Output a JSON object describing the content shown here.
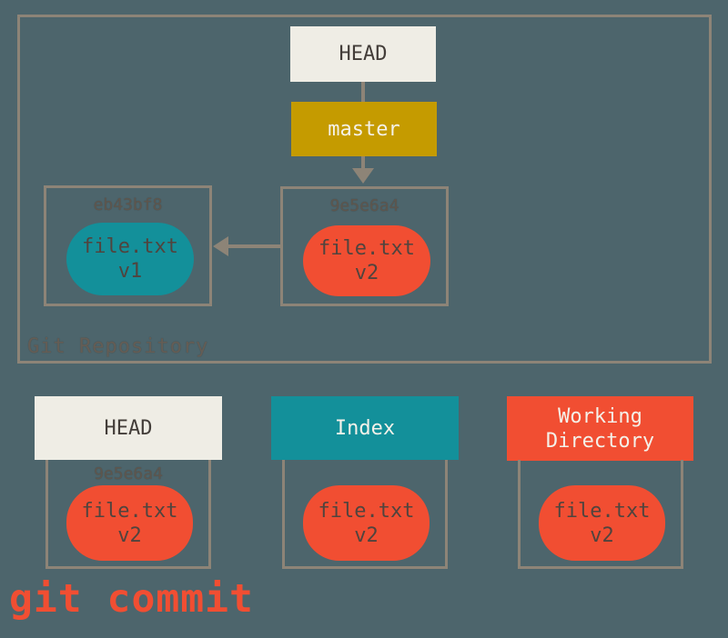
{
  "colors": {
    "background": "#4d656c",
    "border": "#8d8477",
    "red": "#f14e32",
    "teal": "#13909a",
    "gold": "#c59b00",
    "offwhite": "#efede5",
    "dark_text": "#50443e",
    "hash_text": "#5d564e",
    "white_text": "#f4f1e9"
  },
  "repository": {
    "label": "Git Repository",
    "head": "HEAD",
    "branch": "master",
    "commits": [
      {
        "hash": "eb43bf8",
        "file": "file.txt",
        "version": "v1"
      },
      {
        "hash": "9e5e6a4",
        "file": "file.txt",
        "version": "v2"
      }
    ]
  },
  "areas": [
    {
      "title": "HEAD",
      "hash": "9e5e6a4",
      "file": "file.txt",
      "version": "v2"
    },
    {
      "title": "Index",
      "file": "file.txt",
      "version": "v2"
    },
    {
      "title": "Working Directory",
      "file": "file.txt",
      "version": "v2"
    }
  ],
  "command": "git commit"
}
